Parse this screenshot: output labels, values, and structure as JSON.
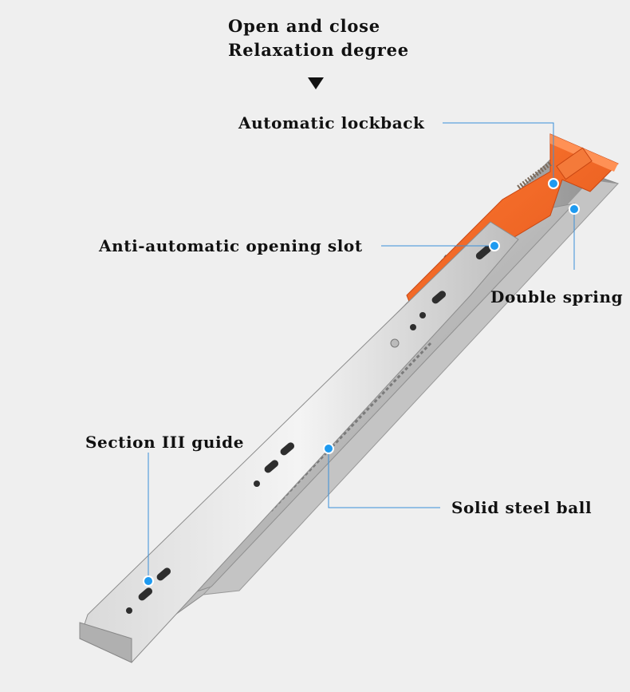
{
  "header": {
    "line1": "Open and close",
    "line2": "Relaxation degree"
  },
  "callouts": {
    "automatic_lockback": "Automatic lockback",
    "anti_opening_slot": "Anti-automatic opening slot",
    "double_spring": "Double spring",
    "section_guide": "Section III guide",
    "steel_ball": "Solid steel ball"
  },
  "colors": {
    "background": "#efefef",
    "callout_line": "#3a8fd8",
    "dot": "#1e9af0",
    "orange_part": "#f26522",
    "steel": "#c9c9c9"
  },
  "icons": {
    "header_arrow": "down-triangle-icon"
  }
}
